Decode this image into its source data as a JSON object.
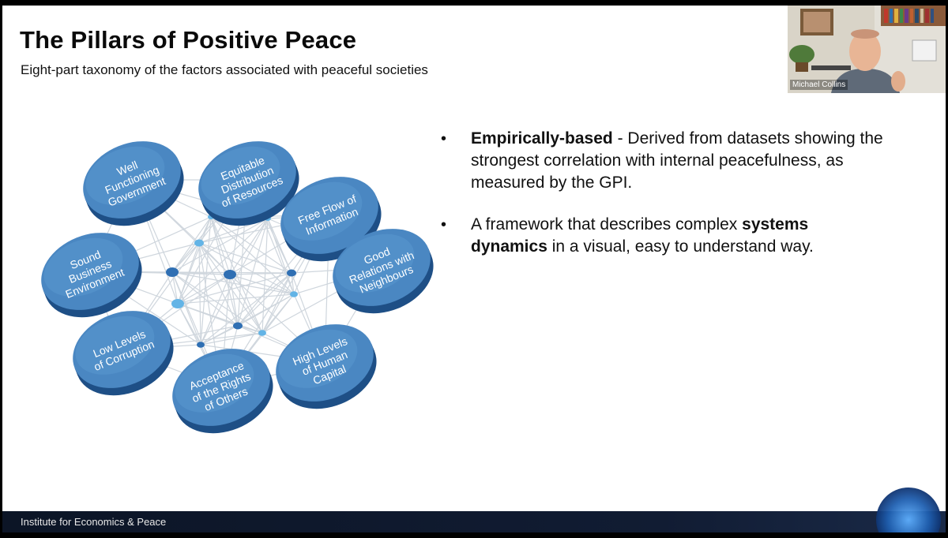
{
  "slide": {
    "title": "The Pillars of Positive Peace",
    "subtitle": "Eight-part taxonomy of the factors associated with peaceful societies"
  },
  "diagram": {
    "pillars": [
      {
        "lines": [
          "Well",
          "Functioning",
          "Government"
        ]
      },
      {
        "lines": [
          "Equitable",
          "Distribution",
          "of Resources"
        ]
      },
      {
        "lines": [
          "Free Flow of",
          "Information"
        ]
      },
      {
        "lines": [
          "Good",
          "Relations with",
          "Neighbours"
        ]
      },
      {
        "lines": [
          "High Levels",
          "of Human",
          "Capital"
        ]
      },
      {
        "lines": [
          "Acceptance",
          "of the Rights",
          "of Others"
        ]
      },
      {
        "lines": [
          "Low Levels",
          "of Corruption"
        ]
      },
      {
        "lines": [
          "Sound",
          "Business",
          "Environment"
        ]
      }
    ],
    "colors": {
      "disc_top": "#4a87c2",
      "disc_side": "#1e4f86",
      "line": "#cfd6dd",
      "node": "#2f6fb3",
      "node_light": "#63b4e6"
    }
  },
  "bullets": [
    {
      "bold": "Empirically-based",
      "rest": " - Derived from datasets showing the strongest correlation with internal peacefulness, as measured by the GPI."
    },
    {
      "pre": "A framework that describes complex ",
      "bold1": "systems",
      "mid": " ",
      "bold2": "dynamics",
      "post": " in a visual, easy to understand way."
    }
  ],
  "footer": {
    "organization": "Institute for Economics & Peace"
  },
  "webcam": {
    "participant_name": "Michael Collins"
  }
}
